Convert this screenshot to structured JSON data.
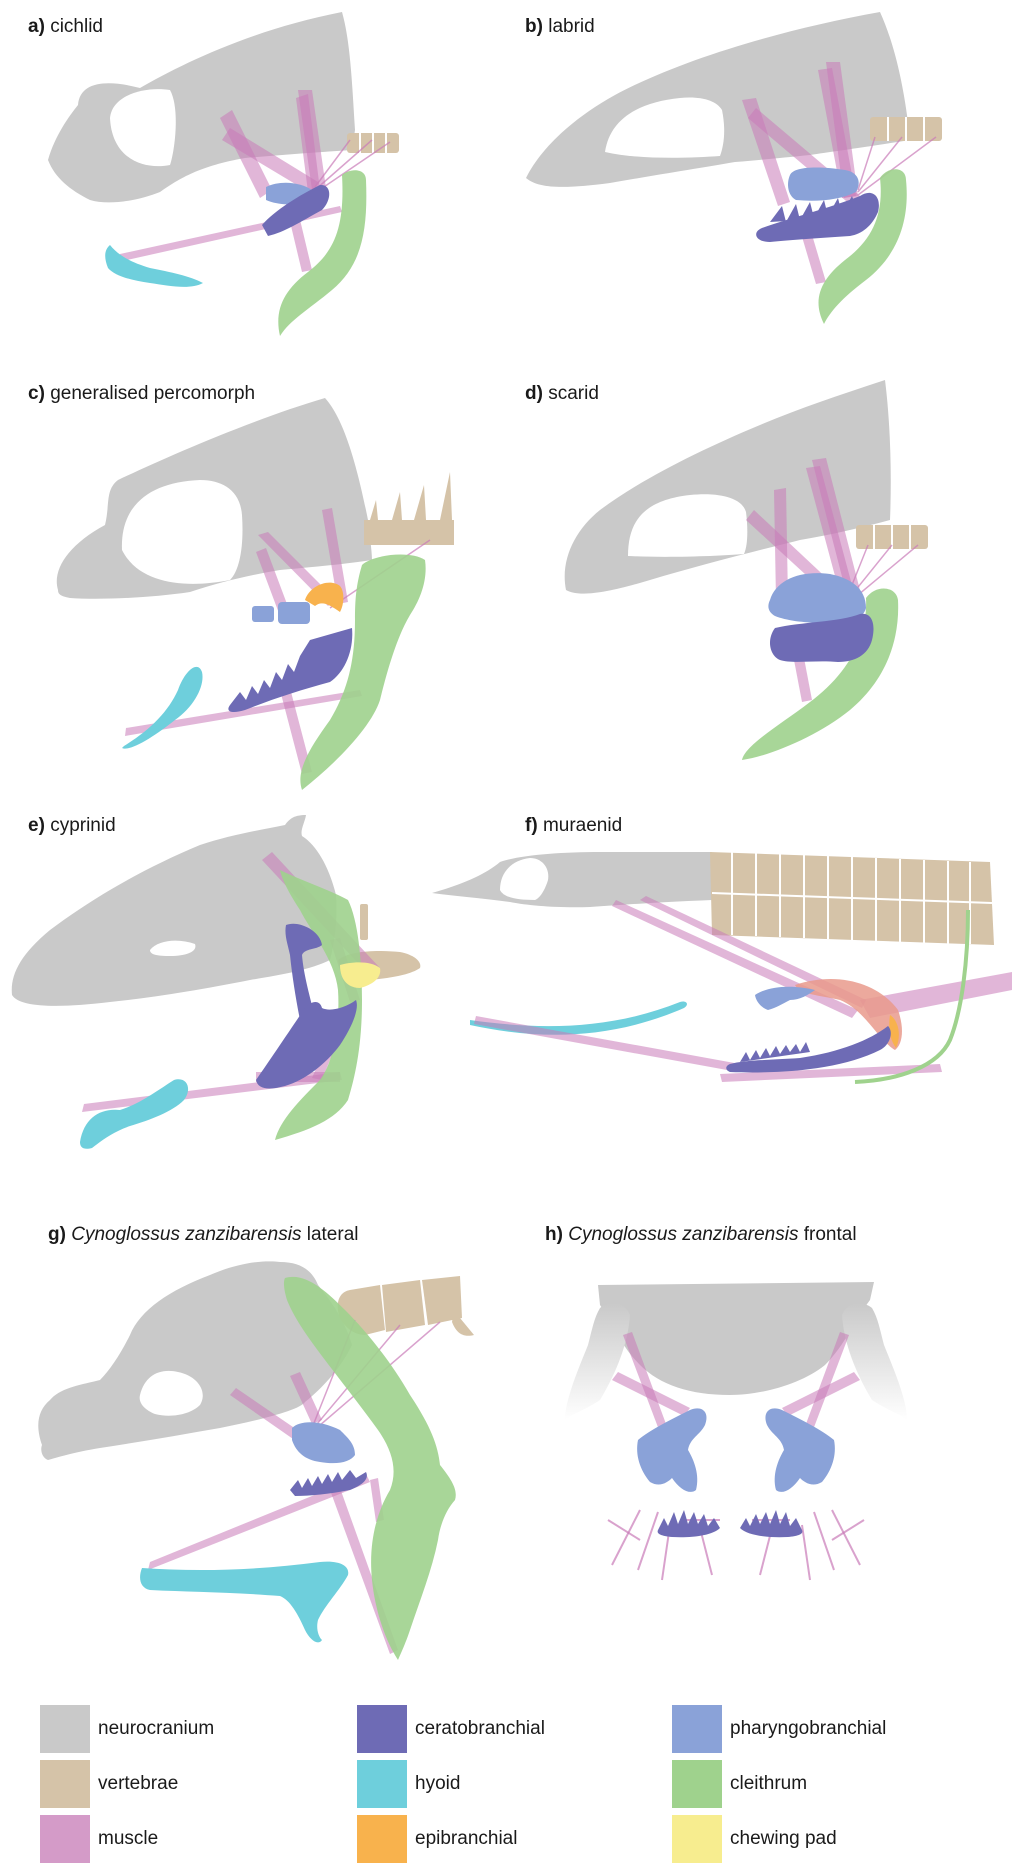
{
  "panels": {
    "a": {
      "letter": "a)",
      "name": "cichlid"
    },
    "b": {
      "letter": "b)",
      "name": "labrid"
    },
    "c": {
      "letter": "c)",
      "name": "generalised percomorph"
    },
    "d": {
      "letter": "d)",
      "name": "scarid"
    },
    "e": {
      "letter": "e)",
      "name": "cyprinid"
    },
    "f": {
      "letter": "f)",
      "name": "muraenid"
    },
    "g": {
      "letter": "g)",
      "species": "Cynoglossus zanzibarensis",
      "view": "lateral"
    },
    "h": {
      "letter": "h)",
      "species": "Cynoglossus zanzibarensis",
      "view": "frontal"
    }
  },
  "legend": [
    {
      "label": "neurocranium",
      "color": "#c9c9c9"
    },
    {
      "label": "ceratobranchial",
      "color": "#6e6bb5"
    },
    {
      "label": "pharyngobranchial",
      "color": "#8aa2d8"
    },
    {
      "label": "vertebrae",
      "color": "#d5c3a8"
    },
    {
      "label": "hyoid",
      "color": "#6ecfdc"
    },
    {
      "label": "cleithrum",
      "color": "#9fd28d"
    },
    {
      "label": "muscle",
      "color": "#d49bc8"
    },
    {
      "label": "epibranchial",
      "color": "#f8b24d"
    },
    {
      "label": "chewing pad",
      "color": "#f7ed8f"
    }
  ]
}
